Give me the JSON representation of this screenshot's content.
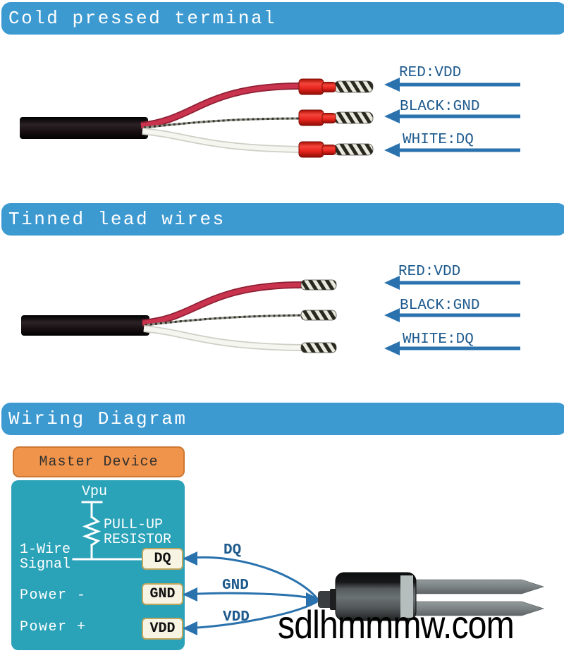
{
  "watermark": "sdlhmmmw.com",
  "colors": {
    "banner_blue": "#3d9ad1",
    "label_text_blue": "#1e5a8d",
    "arrow_blue": "#2a72ad",
    "device_teal": "#2aa2b8",
    "master_orange": "#f0944c",
    "wire_red": "#c9334e",
    "terminal_red": "#e8251f",
    "cable_black": "#17100f",
    "pin_box_cream": "#f8f4e4",
    "sensor_gray": "#6b7274",
    "watermark_black": "#000000"
  },
  "sections": {
    "cold_pressed": {
      "title": "Cold pressed terminal",
      "wire_labels": [
        "RED:VDD",
        "BLACK:GND",
        "WHITE:DQ"
      ]
    },
    "tinned": {
      "title": "Tinned lead wires",
      "wire_labels": [
        "RED:VDD",
        "BLACK:GND",
        "WHITE:DQ"
      ]
    },
    "wiring": {
      "title": "Wiring Diagram",
      "master_device_label": "Master Device",
      "vpu_label": "Vpu",
      "pullup_resistor_label_line1": "PULL-UP",
      "pullup_resistor_label_line2": "RESISTOR",
      "signal_label_line1": "1-Wire",
      "signal_label_line2": "Signal",
      "power_minus_label": "Power -",
      "power_plus_label": "Power +",
      "pin_labels": [
        "DQ",
        "GND",
        "VDD"
      ],
      "bus_labels": [
        "DQ",
        "GND",
        "VDD"
      ]
    }
  }
}
